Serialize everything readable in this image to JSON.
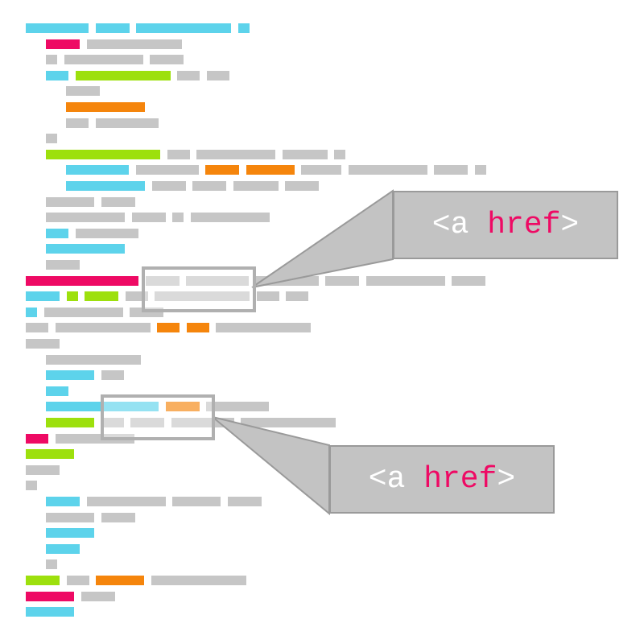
{
  "colors": {
    "cyan": "#5dd3eb",
    "magenta": "#ee0a64",
    "green": "#9de00d",
    "orange": "#f5850c",
    "gray": "#c6c6c6",
    "callout_bg": "#c3c3c3",
    "callout_border": "#9a9a9a",
    "callout_text": "#ffffff",
    "callout_highlight": "#ee0a64"
  },
  "code_lines": [
    {
      "indent": 0,
      "tokens": [
        "cyan",
        "cyan",
        "cyan",
        "cyan"
      ]
    },
    {
      "indent": 1,
      "tokens": [
        "magenta",
        "gray"
      ]
    },
    {
      "indent": 1,
      "tokens": [
        "gray",
        "gray",
        "gray"
      ]
    },
    {
      "indent": 1,
      "tokens": [
        "cyan",
        "green",
        "gray",
        "gray"
      ]
    },
    {
      "indent": 2,
      "tokens": [
        "gray"
      ]
    },
    {
      "indent": 2,
      "tokens": [
        "orange"
      ]
    },
    {
      "indent": 2,
      "tokens": [
        "gray",
        "gray"
      ]
    },
    {
      "indent": 1,
      "tokens": [
        "gray"
      ]
    },
    {
      "indent": 1,
      "tokens": [
        "green",
        "gray",
        "gray",
        "gray",
        "gray"
      ]
    },
    {
      "indent": 2,
      "tokens": [
        "cyan",
        "gray",
        "orange",
        "orange",
        "gray",
        "gray",
        "gray",
        "gray"
      ]
    },
    {
      "indent": 2,
      "tokens": [
        "cyan",
        "gray",
        "gray",
        "gray",
        "gray"
      ]
    },
    {
      "indent": 1,
      "tokens": [
        "gray",
        "gray"
      ]
    },
    {
      "indent": 1,
      "tokens": [
        "gray",
        "gray",
        "gray",
        "gray"
      ]
    },
    {
      "indent": 1,
      "tokens": [
        "cyan",
        "gray"
      ]
    },
    {
      "indent": 1,
      "tokens": [
        "cyan"
      ]
    },
    {
      "indent": 1,
      "tokens": [
        "gray"
      ]
    },
    {
      "indent": 0,
      "tokens": [
        "magenta",
        "gray",
        "gray",
        "gray",
        "gray",
        "gray",
        "gray"
      ]
    },
    {
      "indent": 0,
      "tokens": [
        "cyan",
        "green",
        "green",
        "gray",
        "gray",
        "gray",
        "gray"
      ]
    },
    {
      "indent": 0,
      "tokens": [
        "cyan",
        "gray",
        "gray"
      ]
    },
    {
      "indent": 0,
      "tokens": [
        "gray",
        "gray",
        "orange",
        "orange",
        "gray"
      ]
    },
    {
      "indent": 0,
      "tokens": [
        "gray"
      ]
    },
    {
      "indent": 1,
      "tokens": [
        "gray"
      ]
    },
    {
      "indent": 1,
      "tokens": [
        "cyan",
        "gray"
      ]
    },
    {
      "indent": 1,
      "tokens": [
        "cyan"
      ]
    },
    {
      "indent": 1,
      "tokens": [
        "cyan",
        "orange",
        "gray"
      ]
    },
    {
      "indent": 1,
      "tokens": [
        "green",
        "gray",
        "gray",
        "gray",
        "gray"
      ]
    },
    {
      "indent": 0,
      "tokens": [
        "magenta",
        "gray"
      ]
    },
    {
      "indent": 0,
      "tokens": [
        "green"
      ]
    },
    {
      "indent": 0,
      "tokens": [
        "gray"
      ]
    },
    {
      "indent": 0,
      "tokens": [
        "gray"
      ]
    },
    {
      "indent": 1,
      "tokens": [
        "cyan",
        "gray",
        "gray",
        "gray"
      ]
    },
    {
      "indent": 1,
      "tokens": [
        "gray",
        "gray"
      ]
    },
    {
      "indent": 1,
      "tokens": [
        "cyan"
      ]
    },
    {
      "indent": 1,
      "tokens": [
        "cyan"
      ]
    },
    {
      "indent": 1,
      "tokens": [
        "gray"
      ]
    },
    {
      "indent": 0,
      "tokens": [
        "green",
        "gray",
        "orange",
        "gray"
      ]
    },
    {
      "indent": 0,
      "tokens": [
        "magenta",
        "gray"
      ]
    },
    {
      "indent": 0,
      "tokens": [
        "cyan"
      ]
    }
  ],
  "callouts": [
    {
      "prefix": "<a ",
      "highlight": "href",
      "suffix": ">"
    },
    {
      "prefix": "<a ",
      "highlight": "href",
      "suffix": ">"
    }
  ]
}
